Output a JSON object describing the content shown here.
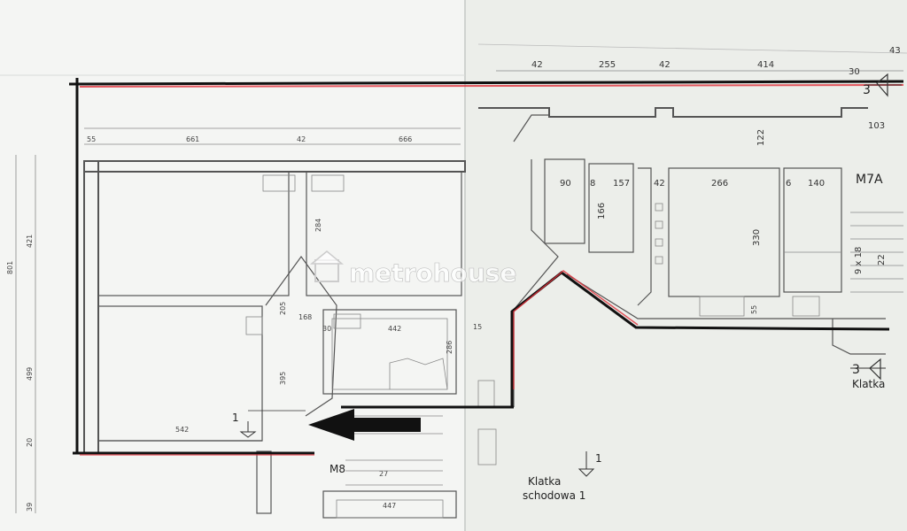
{
  "watermark": {
    "brand": "metrohouse"
  },
  "labels": {
    "m7a": "M7A",
    "m8": "M8",
    "klatka": "Klatka",
    "klatka_schodowa_line1": "Klatka",
    "klatka_schodowa_line2": "schodowa 1",
    "section_3_top": "3",
    "section_3_bottom": "3",
    "section_1_left": "1",
    "section_1_bottom": "1"
  },
  "dimensions": {
    "top_right": [
      "42",
      "255",
      "42",
      "414",
      "30",
      "43"
    ],
    "top_left": [
      "55",
      "661",
      "42",
      "666"
    ],
    "right_wing": [
      "90",
      "8",
      "157",
      "42",
      "266",
      "6",
      "140",
      "103",
      "122",
      "166",
      "330",
      "55",
      "9 x 18",
      "22"
    ],
    "left_wing": [
      "284",
      "205",
      "168",
      "442",
      "395",
      "286",
      "30",
      "15",
      "542",
      "447",
      "27"
    ],
    "vertical_left": [
      "801",
      "421",
      "499",
      "20",
      "39"
    ]
  },
  "colors": {
    "paper": "#eef0ee",
    "line_black": "#111111",
    "line_red": "#e0303a",
    "arrow": "#111111"
  }
}
